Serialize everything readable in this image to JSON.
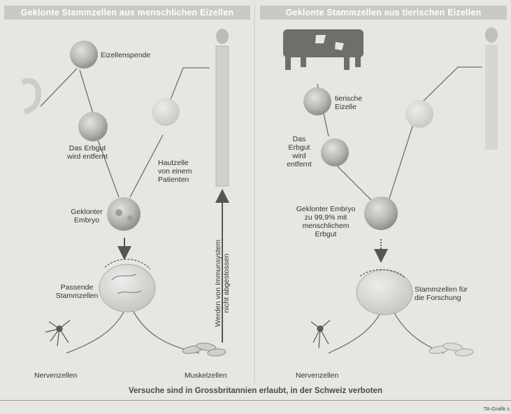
{
  "titles": {
    "left": "Geklonte Stammzellen aus menschlichen Eizellen",
    "right": "Geklonte Stammzellen aus tierischen Eizellen"
  },
  "left": {
    "egg_donation": "Eizellenspende",
    "genome_removed_1": "Das Erbgut",
    "genome_removed_2": "wird entfernt",
    "skin_cell_1": "Hautzelle",
    "skin_cell_2": "von einem",
    "skin_cell_3": "Patienten",
    "embryo_1": "Geklonter",
    "embryo_2": "Embryo",
    "stem_cells_1": "Passende",
    "stem_cells_2": "Stammzellen",
    "rejection_1": "Werden von Immunsystem",
    "rejection_2": "nicht abgestossen",
    "nerve_cells": "Nervenzellen",
    "muscle_cells": "Muskelzellen"
  },
  "right": {
    "animal_egg_1": "tierische",
    "animal_egg_2": "Eizelle",
    "genome_removed_1": "Das",
    "genome_removed_2": "Erbgut",
    "genome_removed_3": "wird",
    "genome_removed_4": "entfernt",
    "embryo_1": "Geklonter Embryo",
    "embryo_2": "zu 99,9% mit",
    "embryo_3": "menschlichem",
    "embryo_4": "Erbgut",
    "stem_cells_1": "Stammzellen für",
    "stem_cells_2": "die Forschung",
    "nerve_cells": "Nervenzellen"
  },
  "footer": "Versuche sind in Grossbritannien erlaubt, in der Schweiz verboten",
  "credit": "TA-Grafik s"
}
